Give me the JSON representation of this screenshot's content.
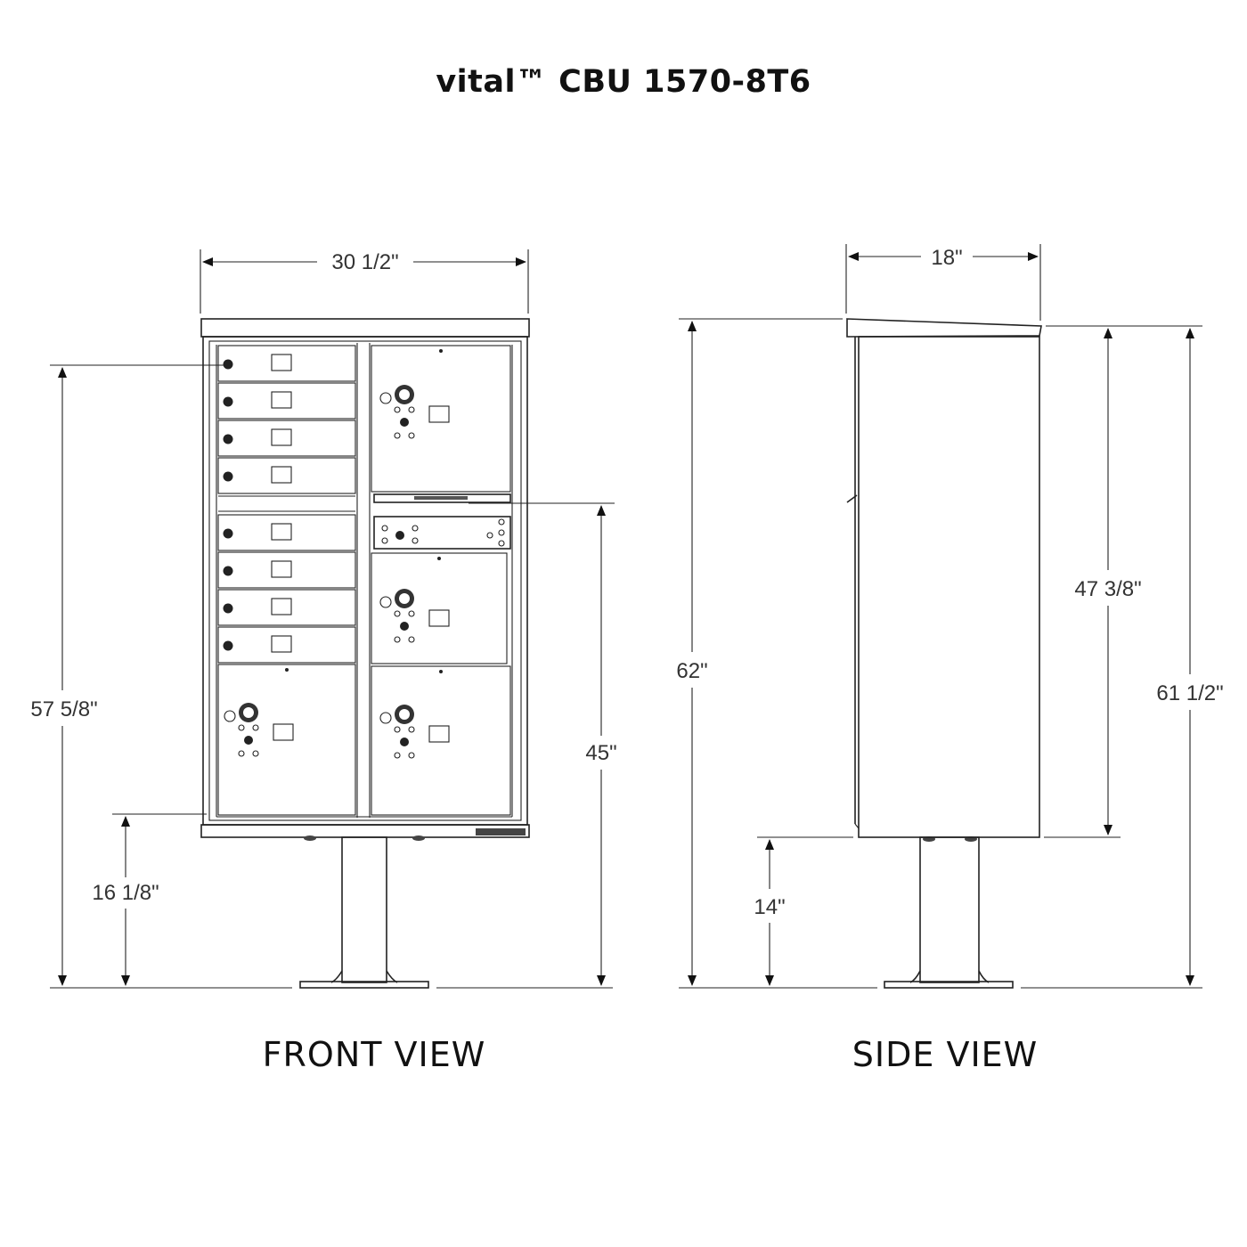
{
  "title": "vital™ CBU 1570-8T6",
  "front_view": {
    "label": "FRONT VIEW",
    "dims": {
      "width": "30 1/2\"",
      "top_lock_height": "57 5/8\"",
      "bottom_height": "16 1/8\"",
      "slot_height": "45\""
    }
  },
  "side_view": {
    "label": "SIDE VIEW",
    "dims": {
      "depth": "18\"",
      "overall_height": "62\"",
      "cabinet_height": "47 3/8\"",
      "base_height": "14\"",
      "rear_height": "61 1/2\""
    }
  }
}
